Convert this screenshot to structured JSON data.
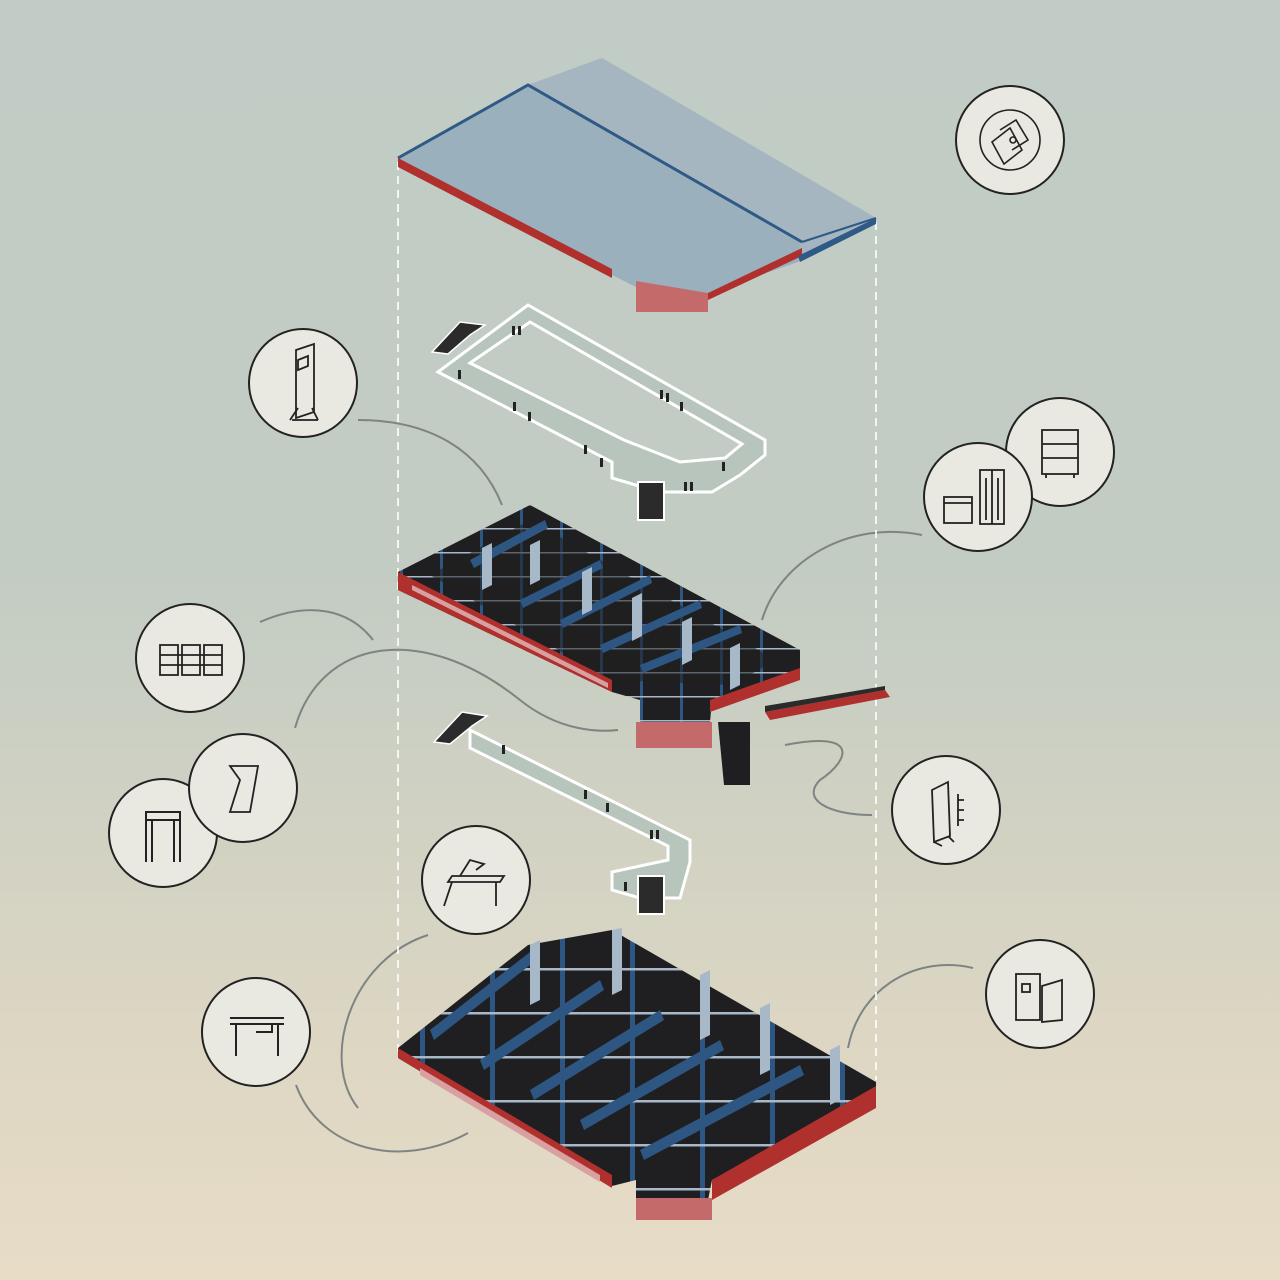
{
  "diagram": {
    "layers": [
      {
        "id": "roof"
      },
      {
        "id": "upper-walkway"
      },
      {
        "id": "upper-floor"
      },
      {
        "id": "lower-walkway"
      },
      {
        "id": "ground-floor"
      }
    ],
    "icons": [
      {
        "icon": "chart-on-stand-icon"
      },
      {
        "icon": "tablet-badge-icon"
      },
      {
        "icon": "shelving-cart-icon"
      },
      {
        "icon": "cabinet-locker-icon"
      },
      {
        "icon": "display-cases-icon"
      },
      {
        "icon": "slanted-panel-icon"
      },
      {
        "icon": "door-frame-icon"
      },
      {
        "icon": "easel-table-icon"
      },
      {
        "icon": "wall-panel-icon"
      },
      {
        "icon": "desk-icon"
      },
      {
        "icon": "appliance-icon"
      }
    ],
    "colors": {
      "roof": "#9ab0bd",
      "roof_edge": "#2f5a86",
      "section": "#b0302e",
      "wall": "#2d5682",
      "wall_light": "#a7b8c9",
      "floor": "#1f1f21",
      "walkway": "#ffffff",
      "connector": "#7e8482",
      "icon_circle": "#e9e9e2"
    }
  }
}
